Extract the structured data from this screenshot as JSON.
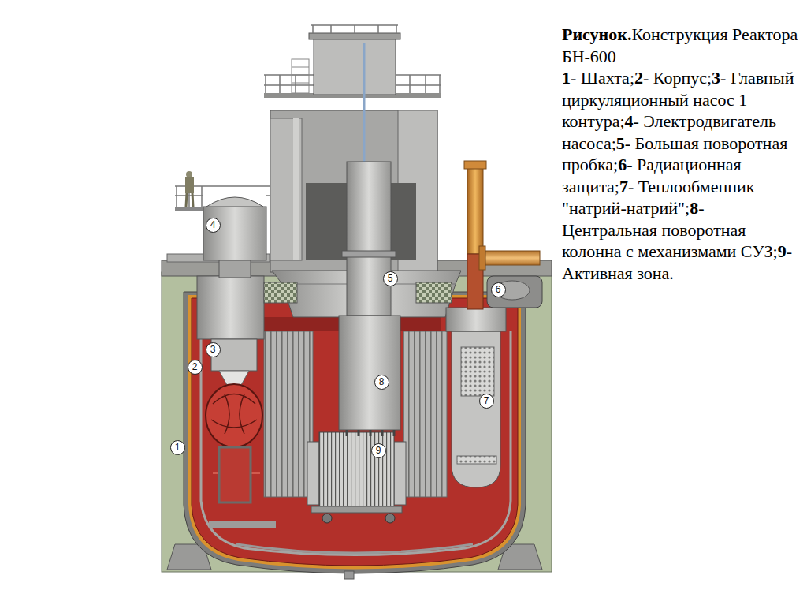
{
  "diagram": {
    "nodes": [
      {
        "text": [
          "4"
        ]
      },
      {
        "text": [
          "5"
        ]
      },
      {
        "text": [
          "6"
        ]
      },
      {
        "text": [
          "3"
        ]
      },
      {
        "text": [
          "2"
        ]
      },
      {
        "text": [
          "8"
        ]
      },
      {
        "text": [
          "7"
        ]
      },
      {
        "text": [
          "1"
        ]
      },
      {
        "text": [
          "9"
        ]
      }
    ],
    "labels": [
      "Рисунок.",
      "Конструкция Реактора БН-600",
      "1",
      "- Шахта;",
      "2",
      "- Корпус;",
      "3",
      "- Главный циркуляционный насос 1 контура;",
      "4",
      "- Электродвигатель насоса;",
      "5",
      "- Большая поворотная пробка;",
      "6",
      "- Радиационная защита;",
      "7",
      "- Теплообменник \"натрий-натрий\";",
      "8",
      "- Центральная поворотная колонна с механизмами СУЗ;",
      "9",
      "- Активная зона."
    ]
  }
}
